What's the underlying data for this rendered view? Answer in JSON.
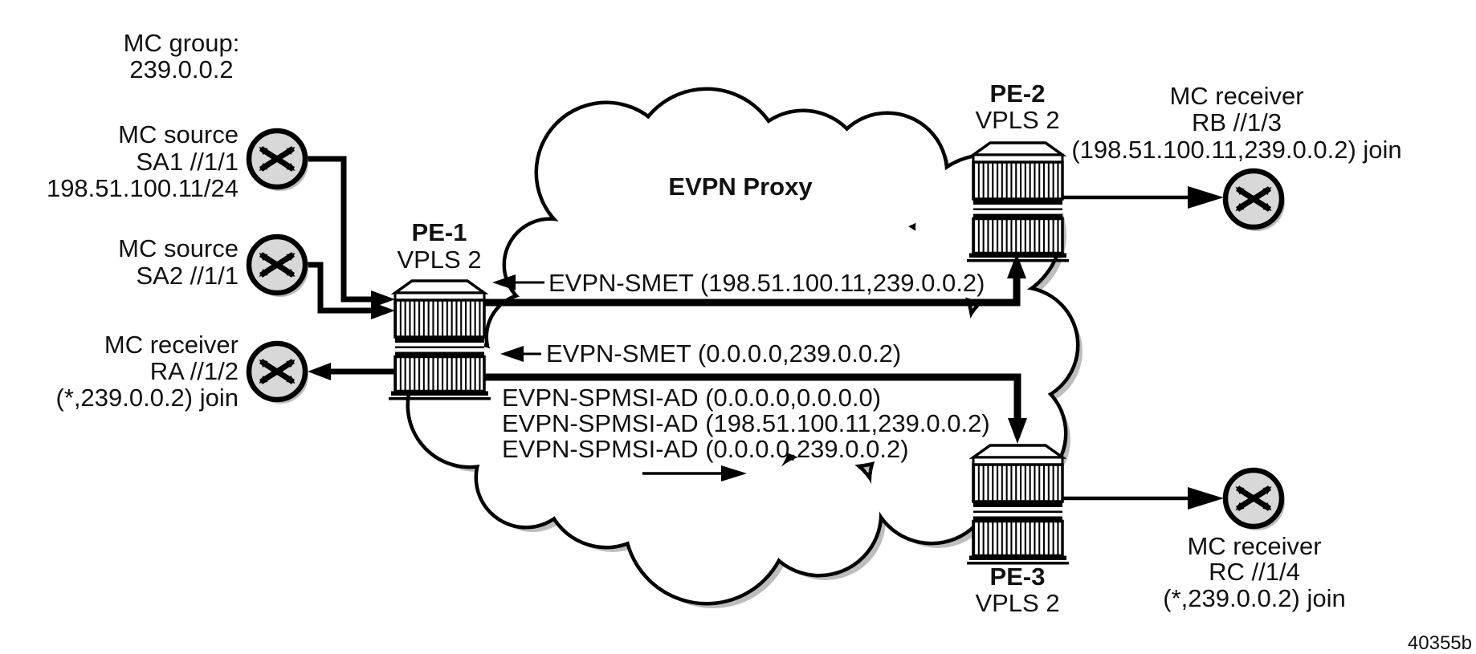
{
  "diagram": {
    "mc_group": {
      "title": "MC group:",
      "address": "239.0.0.2"
    },
    "source_sa1": {
      "line1": "MC source",
      "line2": "SA1 //1/1",
      "line3": "198.51.100.11/24"
    },
    "source_sa2": {
      "line1": "MC source",
      "line2": "SA2 //1/1"
    },
    "receiver_ra": {
      "line1": "MC receiver",
      "line2": "RA //1/2",
      "line3": "(*,239.0.0.2) join"
    },
    "receiver_rb": {
      "line1": "MC receiver",
      "line2": "RB //1/3",
      "line3": "(198.51.100.11,239.0.0.2) join"
    },
    "receiver_rc": {
      "line1": "MC receiver",
      "line2": "RC //1/4",
      "line3": "(*,239.0.0.2) join"
    },
    "pe1": {
      "name": "PE-1",
      "service": "VPLS 2"
    },
    "pe2": {
      "name": "PE-2",
      "service": "VPLS 2"
    },
    "pe3": {
      "name": "PE-3",
      "service": "VPLS 2"
    },
    "cloud_label": "EVPN Proxy",
    "routes": {
      "smet_source": "EVPN-SMET (198.51.100.11,239.0.0.2)",
      "smet_star": "EVPN-SMET (0.0.0.0,239.0.0.2)",
      "spmsi_1": "EVPN-SPMSI-AD (0.0.0.0,0.0.0.0)",
      "spmsi_2": "EVPN-SPMSI-AD (198.51.100.11,239.0.0.2)",
      "spmsi_3": "EVPN-SPMSI-AD (0.0.0.0,239.0.0.2)"
    },
    "figure_id": "40355b",
    "colors": {
      "background": "#ffffff",
      "line": "#000000",
      "icon_fill": "#d8d8d8",
      "shadow": "#bdbdbd"
    }
  }
}
